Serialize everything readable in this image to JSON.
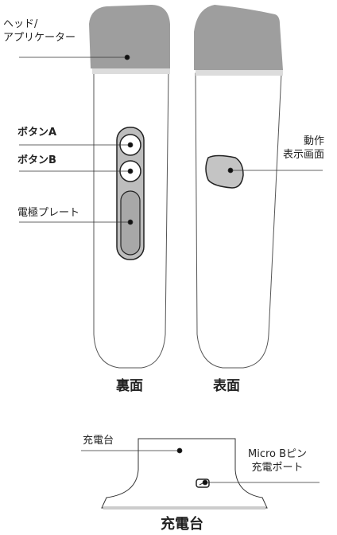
{
  "back_view": {
    "caption": "裏面",
    "label_head": "ヘッド/\nアプリケーター",
    "label_button_a": "ボタンA",
    "label_button_b": "ボタンB",
    "label_electrode": "電極プレート"
  },
  "front_view": {
    "caption": "表面",
    "label_indicator": "動作\n表示画面"
  },
  "charger": {
    "caption": "充電台",
    "label_body": "充電台",
    "label_port": "Micro Bピン\n充電ポート"
  },
  "colors": {
    "head_gray": "#9e9e9e",
    "outline": "#333333",
    "button_fill": "#ffffff",
    "plate_fill": "#a8a8a8"
  }
}
